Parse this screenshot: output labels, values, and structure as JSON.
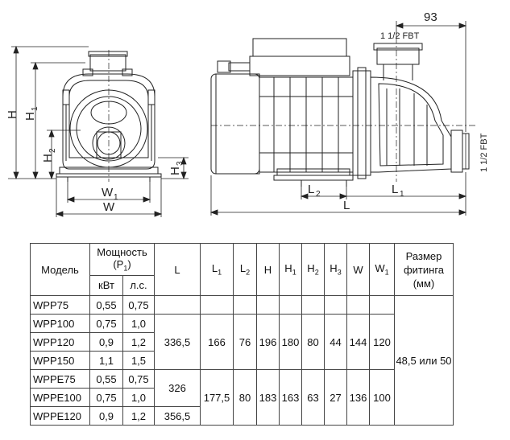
{
  "drawing": {
    "dim_93": "93",
    "fitting_top": "1 1/2 FBT",
    "fitting_side": "1 1/2 FBT",
    "label_H": "H",
    "label_H1": "H",
    "label_H1_sub": "1",
    "label_H2": "H",
    "label_H2_sub": "2",
    "label_H3": "H",
    "label_H3_sub": "3",
    "label_W1": "W",
    "label_W1_sub": "1",
    "label_W": "W",
    "label_L2": "L",
    "label_L2_sub": "2",
    "label_L1": "L",
    "label_L1_sub": "1",
    "label_L": "L"
  },
  "table": {
    "header": {
      "model": "Модель",
      "power": "Мощность",
      "power_sub": "(P",
      "power_sub_idx": "1",
      "power_sub_close": ")",
      "kw": "кВт",
      "hp": "л.с.",
      "L": "L",
      "L1": "L",
      "L1_sub": "1",
      "L2": "L",
      "L2_sub": "2",
      "H": "H",
      "H1": "H",
      "H1_sub": "1",
      "H2": "H",
      "H2_sub": "2",
      "H3": "H",
      "H3_sub": "3",
      "W": "W",
      "W1": "W",
      "W1_sub": "1",
      "fitting": "Размер фитинга (мм)"
    },
    "rows": [
      {
        "model": "WPP75",
        "kw": "0,55",
        "hp": "0,75"
      },
      {
        "model": "WPP100",
        "kw": "0,75",
        "hp": "1,0"
      },
      {
        "model": "WPP120",
        "kw": "0,9",
        "hp": "1,2"
      },
      {
        "model": "WPP150",
        "kw": "1,1",
        "hp": "1,5"
      },
      {
        "model": "WPPE75",
        "kw": "0,55",
        "hp": "0,75"
      },
      {
        "model": "WPPE100",
        "kw": "0,75",
        "hp": "1,0"
      },
      {
        "model": "WPPE120",
        "kw": "0,9",
        "hp": "1,2"
      }
    ],
    "group_wpp": {
      "L": "336,5",
      "L1": "166",
      "L2": "76",
      "H": "196",
      "H1": "180",
      "H2": "80",
      "H3": "44",
      "W": "144",
      "W1": "120"
    },
    "group_wppe": {
      "L_a": "326",
      "L_b": "356,5",
      "L1": "177,5",
      "L2": "80",
      "H": "183",
      "H1": "163",
      "H2": "63",
      "H3": "27",
      "W": "136",
      "W1": "100"
    },
    "fitting_value": "48,5 или 50"
  }
}
